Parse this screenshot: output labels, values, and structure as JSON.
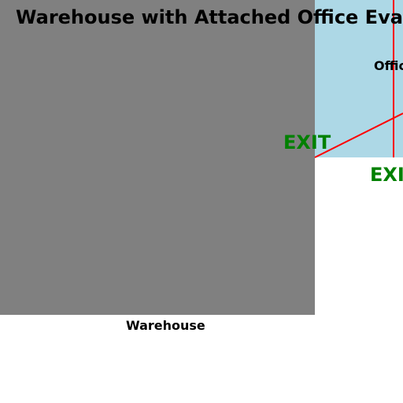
{
  "title": "Warehouse with Attached Office Evac",
  "rooms": {
    "warehouse": {
      "label": "Warehouse",
      "color": "#808080"
    },
    "office": {
      "label": "Offic",
      "color": "#add8e6"
    }
  },
  "exits": [
    {
      "label": "EXIT",
      "color": "#008000"
    },
    {
      "label": "EXI",
      "color": "#008000"
    }
  ],
  "routes": {
    "color": "#ff0000"
  }
}
